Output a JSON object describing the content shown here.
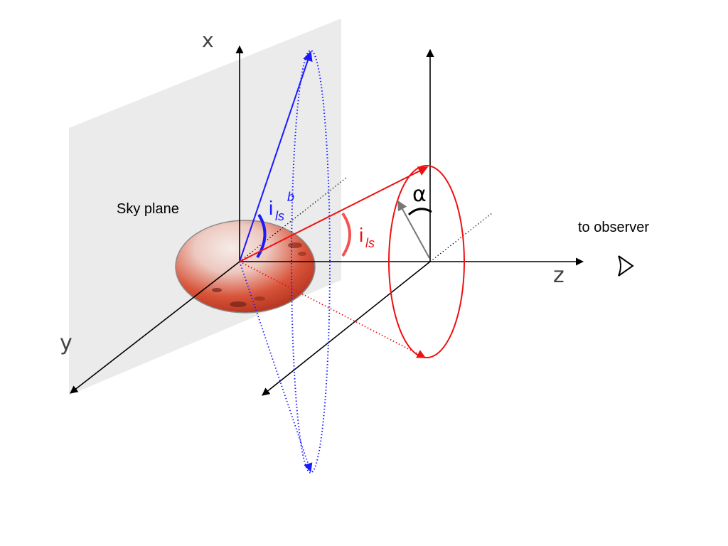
{
  "labels": {
    "x_axis": "x",
    "y_axis": "y",
    "z_axis": "z",
    "sky_plane": "Sky plane",
    "to_observer": "to observer",
    "alpha": "α",
    "i_ls_main": "i",
    "i_ls_sub": "ls",
    "i_ls_b_main": "i",
    "i_ls_b_sub": "ls",
    "i_ls_b_sup": "b"
  },
  "colors": {
    "axis": "#000000",
    "sky_plane_fill": "#ebebeb",
    "blue": "#1a1aff",
    "red": "#ee1111",
    "gray_vector": "#777777",
    "label_gray": "#444444",
    "star_light": "#f4e0dc",
    "star_dark": "#c8361d"
  },
  "icons": {
    "observer": "eye-icon"
  }
}
